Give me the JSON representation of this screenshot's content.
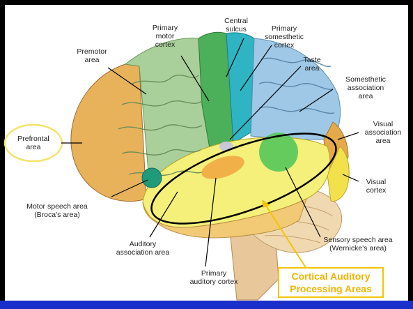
{
  "labels": {
    "prefrontal": "Prefrontal\narea",
    "premotor": "Premotor\narea",
    "primary_motor": "Primary\nmotor\ncortex",
    "central_sulcus": "Central\nsulcus",
    "primary_somesthetic": "Primary\nsomesthetic\ncortex",
    "taste": "Taste\narea",
    "somesthetic_association": "Somesthetic\nassociation\narea",
    "visual_association": "Visual\nassociation\narea",
    "visual_cortex": "Visual\ncortex",
    "motor_speech": "Motor speech area\n(Broca's area)",
    "auditory_association": "Auditory\nassociation area",
    "primary_auditory": "Primary\nauditory cortex",
    "sensory_speech": "Sensory speech area\n(Wernicke's area)"
  },
  "callout": {
    "text": "Cortical Auditory\nProcessing Areas",
    "color": "#f0b400"
  },
  "colors": {
    "prefrontal": "#e8b25a",
    "premotor": "#a9cf9a",
    "motor": "#4caf5a",
    "somesthetic": "#2fb4c4",
    "somesthetic_assoc": "#9fc8e6",
    "visual_assoc": "#e6a94a",
    "visual": "#f2e14a",
    "temporal": "#f4f07a",
    "cerebellum": "#f0d9b0",
    "brainstem": "#e8c79a",
    "highlight_ellipse": "#000000",
    "prefrontal_circle": "#f3e36b",
    "bottom_bar": "#1a2fc9"
  }
}
